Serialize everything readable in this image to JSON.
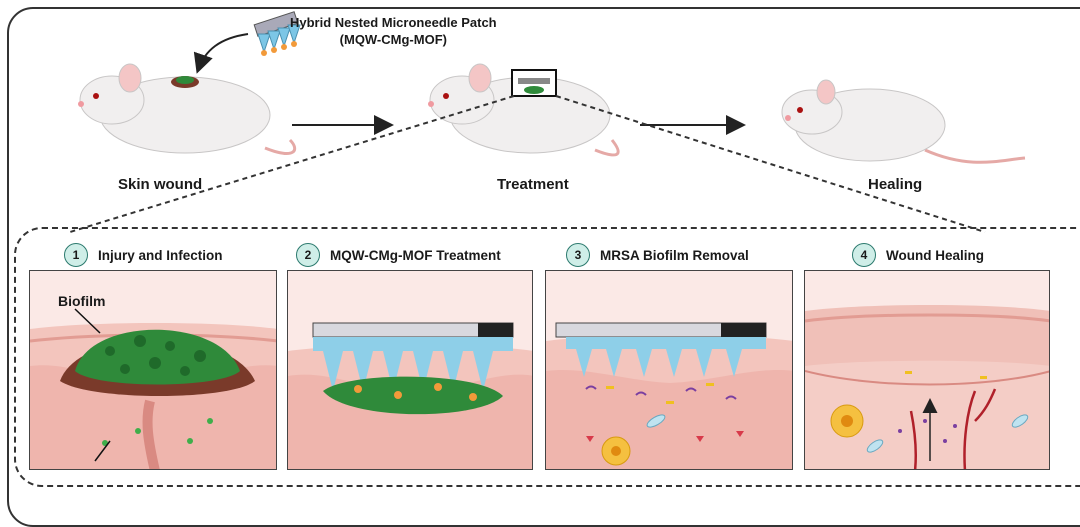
{
  "patch_title": {
    "line1": "Hybrid Nested Microneedle Patch",
    "line2": "(MQW-CMg-MOF)"
  },
  "stages": [
    {
      "label": "Skin wound"
    },
    {
      "label": "Treatment"
    },
    {
      "label": "Healing"
    }
  ],
  "panels": [
    {
      "number": "1",
      "title": "Injury and Infection"
    },
    {
      "number": "2",
      "title": "MQW-CMg-MOF Treatment"
    },
    {
      "number": "3",
      "title": "MRSA Biofilm Removal"
    },
    {
      "number": "4",
      "title": "Wound Healing"
    }
  ],
  "biofilm_label": "Biofilm",
  "colors": {
    "skin": "#f2c9c2",
    "epidermis": "#e7a8a0",
    "biofilm": "#2f8a3a",
    "needle": "#8ecfe8",
    "wound": "#7a3a2a",
    "mouse": "#f1efef"
  }
}
